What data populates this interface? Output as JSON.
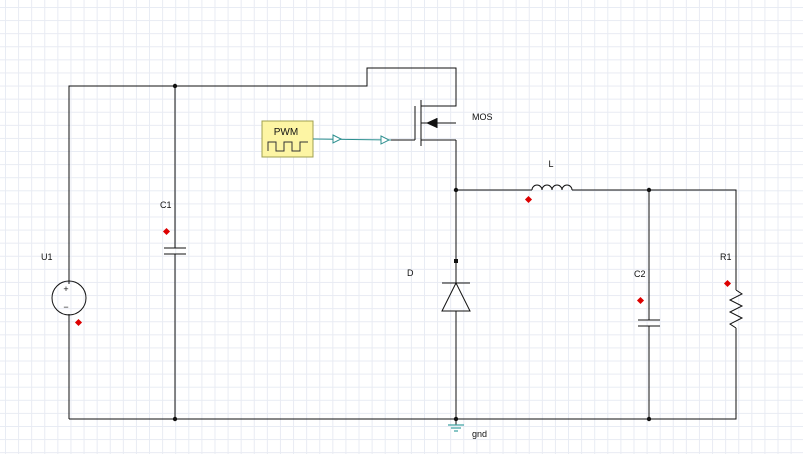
{
  "circuit": {
    "labels": {
      "u1": "U1",
      "c1": "C1",
      "mos": "MOS",
      "l": "L",
      "d": "D",
      "c2": "C2",
      "r1": "R1",
      "gnd": "gnd",
      "pwm": "PWM"
    },
    "source_signs": {
      "plus": "+",
      "minus": "−"
    },
    "colors": {
      "wire": "#111111",
      "polarity_marker": "#dd0000",
      "pwm_fill": "#fdf5a4",
      "pwm_border": "#a0a050",
      "pwm_signal_wire": "#2c8f8f",
      "ground": "#3aa0a0",
      "grid": "#e8ebf3"
    },
    "icons": [
      "voltage-source-icon",
      "capacitor-icon",
      "mosfet-icon",
      "pwm-source-icon",
      "inductor-icon",
      "diode-icon",
      "resistor-icon",
      "ground-icon"
    ]
  }
}
